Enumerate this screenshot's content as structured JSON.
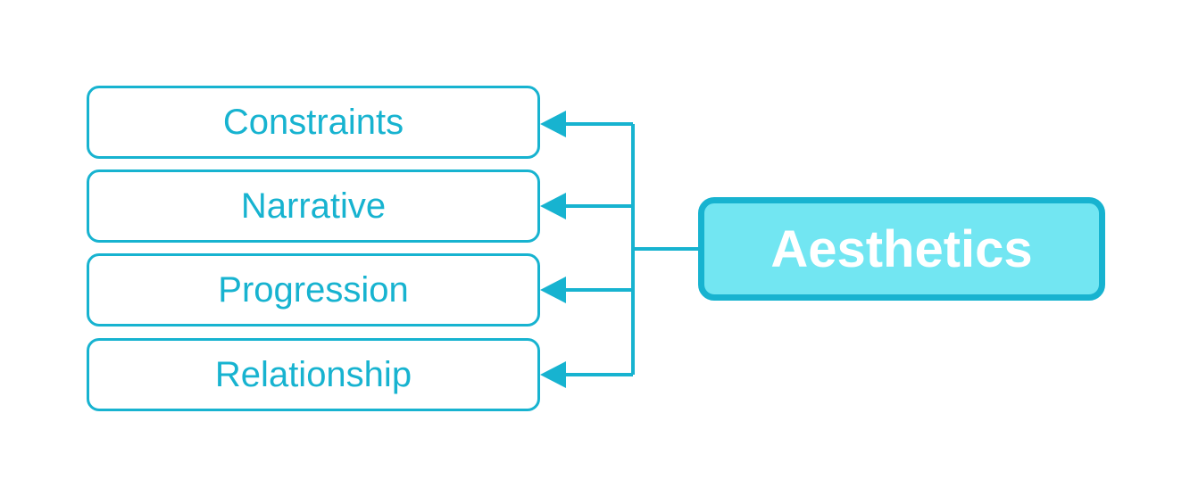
{
  "colors": {
    "accent": "#17b3d0",
    "root_fill": "#72e6f2",
    "root_text": "#ffffff",
    "child_fill": "#ffffff"
  },
  "root": {
    "label": "Aesthetics"
  },
  "children": [
    {
      "label": "Constraints"
    },
    {
      "label": "Narrative"
    },
    {
      "label": "Progression"
    },
    {
      "label": "Relationship"
    }
  ]
}
